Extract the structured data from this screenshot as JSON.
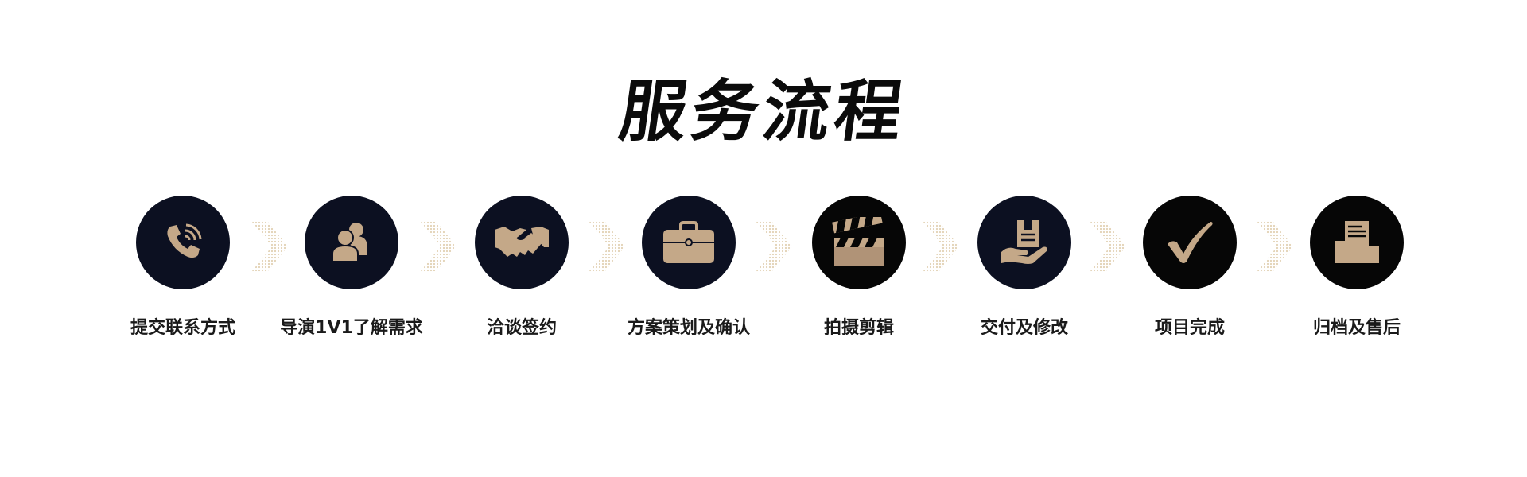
{
  "title": "服务流程",
  "colors": {
    "circle_navy": "#0c1021",
    "circle_black": "#060606",
    "icon_tan": "#c4a888",
    "arrow_dots": "#e6d8bd",
    "text": "#1a1a1a"
  },
  "steps": [
    {
      "label": "提交联系方式",
      "icon": "phone-call-icon"
    },
    {
      "label": "导演1V1了解需求",
      "icon": "people-icon"
    },
    {
      "label": "洽谈签约",
      "icon": "handshake-icon"
    },
    {
      "label": "方案策划及确认",
      "icon": "briefcase-icon"
    },
    {
      "label": "拍摄剪辑",
      "icon": "clapperboard-icon"
    },
    {
      "label": "交付及修改",
      "icon": "hand-document-icon"
    },
    {
      "label": "项目完成",
      "icon": "checkmark-icon"
    },
    {
      "label": "归档及售后",
      "icon": "archive-folder-icon"
    }
  ]
}
